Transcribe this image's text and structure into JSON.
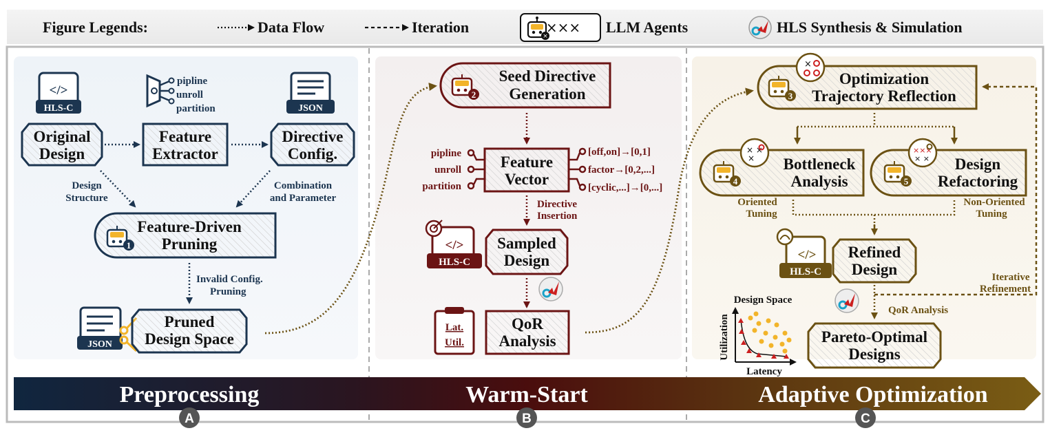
{
  "legend": {
    "title": "Figure Legends:",
    "data_flow": "Data Flow",
    "iteration": "Iteration",
    "agent_marks": "×××",
    "llm_agents": "LLM Agents",
    "hls": "HLS Synthesis & Simulation"
  },
  "colors": {
    "navy": "#1c3550",
    "maroon": "#6b1414",
    "olive": "#6b5113",
    "bannerA": "#10263f",
    "bannerB": "#4a0d0d",
    "bannerC": "#6b5113",
    "accent": "#f2b42a",
    "red": "#cc1f1f"
  },
  "preprocessing": {
    "hls_tag": "HLS-C",
    "code_glyph": "</>",
    "json_tag": "JSON",
    "extractor_features": [
      "pipline",
      "unroll",
      "partition"
    ],
    "original_design": [
      "Original",
      "Design"
    ],
    "feature_extractor": [
      "Feature",
      "Extractor"
    ],
    "directive_config": [
      "Directive",
      "Config."
    ],
    "design_structure": [
      "Design",
      "Structure"
    ],
    "combination": [
      "Combination",
      "and Parameter"
    ],
    "pruning_agent_number": "1",
    "feature_pruning": [
      "Feature-Driven",
      "Pruning"
    ],
    "invalid_pruning": [
      "Invalid Config.",
      "Pruning"
    ],
    "pruned_json_tag": "JSON",
    "pruned_space": [
      "Pruned",
      "Design Space"
    ]
  },
  "warmstart": {
    "agent_number": "2",
    "seed": [
      "Seed Directive",
      "Generation"
    ],
    "feature_vector": [
      "Feature",
      "Vector"
    ],
    "inputs": [
      "pipline",
      "unroll",
      "partition"
    ],
    "mappings": [
      "[off,on]→[0,1]",
      "factor→[0,2,...]",
      "[cyclic,...]→[0,...]"
    ],
    "directive_insertion": [
      "Directive",
      "Insertion"
    ],
    "code_glyph": "</>",
    "hls_tag": "HLS-C",
    "sampled": [
      "Sampled",
      "Design"
    ],
    "metrics": [
      "Lat.",
      "Util."
    ],
    "qor": [
      "QoR",
      "Analysis"
    ]
  },
  "adaptive": {
    "reflection_agent_number": "3",
    "reflection": [
      "Optimization",
      "Trajectory Reflection"
    ],
    "bottleneck_agent_number": "4",
    "bottleneck": [
      "Bottleneck",
      "Analysis"
    ],
    "refactor_agent_number": "5",
    "refactor": [
      "Design",
      "Refactoring"
    ],
    "oriented": [
      "Oriented",
      "Tuning"
    ],
    "non_oriented": [
      "Non-Oriented",
      "Tuning"
    ],
    "code_glyph": "</>",
    "hls_tag": "HLS-C",
    "refined": [
      "Refined",
      "Design"
    ],
    "iterative": [
      "Iterative",
      "Refinement"
    ],
    "qor_analysis": "QoR Analysis",
    "design_space": "Design Space",
    "utilization": "Utilization",
    "latency": "Latency",
    "pareto": [
      "Pareto-Optimal",
      "Designs"
    ]
  },
  "stages": {
    "a": "Preprocessing",
    "b": "Warm-Start",
    "c": "Adaptive Optimization",
    "a_badge": "A",
    "b_badge": "B",
    "c_badge": "C"
  }
}
